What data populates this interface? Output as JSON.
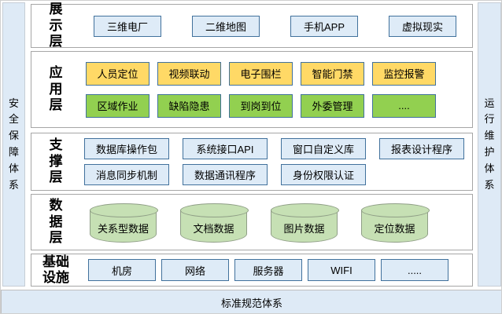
{
  "sidebar_left": {
    "label": "安全保障体系"
  },
  "sidebar_right": {
    "label": "运行维护体系"
  },
  "bottom_bar": {
    "label": "标准规范体系"
  },
  "layers": [
    {
      "label": "展示层",
      "boxes": [
        "三维电厂",
        "二维地图",
        "手机APP",
        "虚拟现实"
      ]
    },
    {
      "label": "应用层",
      "row1": [
        "人员定位",
        "视频联动",
        "电子围栏",
        "智能门禁",
        "监控报警"
      ],
      "row2": [
        "区域作业",
        "缺陷隐患",
        "到岗到位",
        "外委管理",
        "...."
      ]
    },
    {
      "label": "支撑层",
      "row1": [
        "数据库操作包",
        "系统接口API",
        "窗口自定义库",
        "报表设计程序"
      ],
      "row2": [
        "消息同步机制",
        "数据通讯程序",
        "身份权限认证"
      ]
    },
    {
      "label": "数据层",
      "cylinders": [
        "关系型数据",
        "文档数据",
        "图片数据",
        "定位数据"
      ]
    },
    {
      "label": "基础设施",
      "boxes": [
        "机房",
        "网络",
        "服务器",
        "WIFI",
        "....."
      ]
    }
  ],
  "colors": {
    "app_row1_fill": "#FFD966",
    "app_row2_fill": "#92D050",
    "blue_box_fill": "#DEEBF7",
    "box_border": "#41719C",
    "cylinder_fill": "#C6E0B4",
    "pillar_fill": "#DEEAF6",
    "layer_frame_border": "#A6A6A6"
  }
}
